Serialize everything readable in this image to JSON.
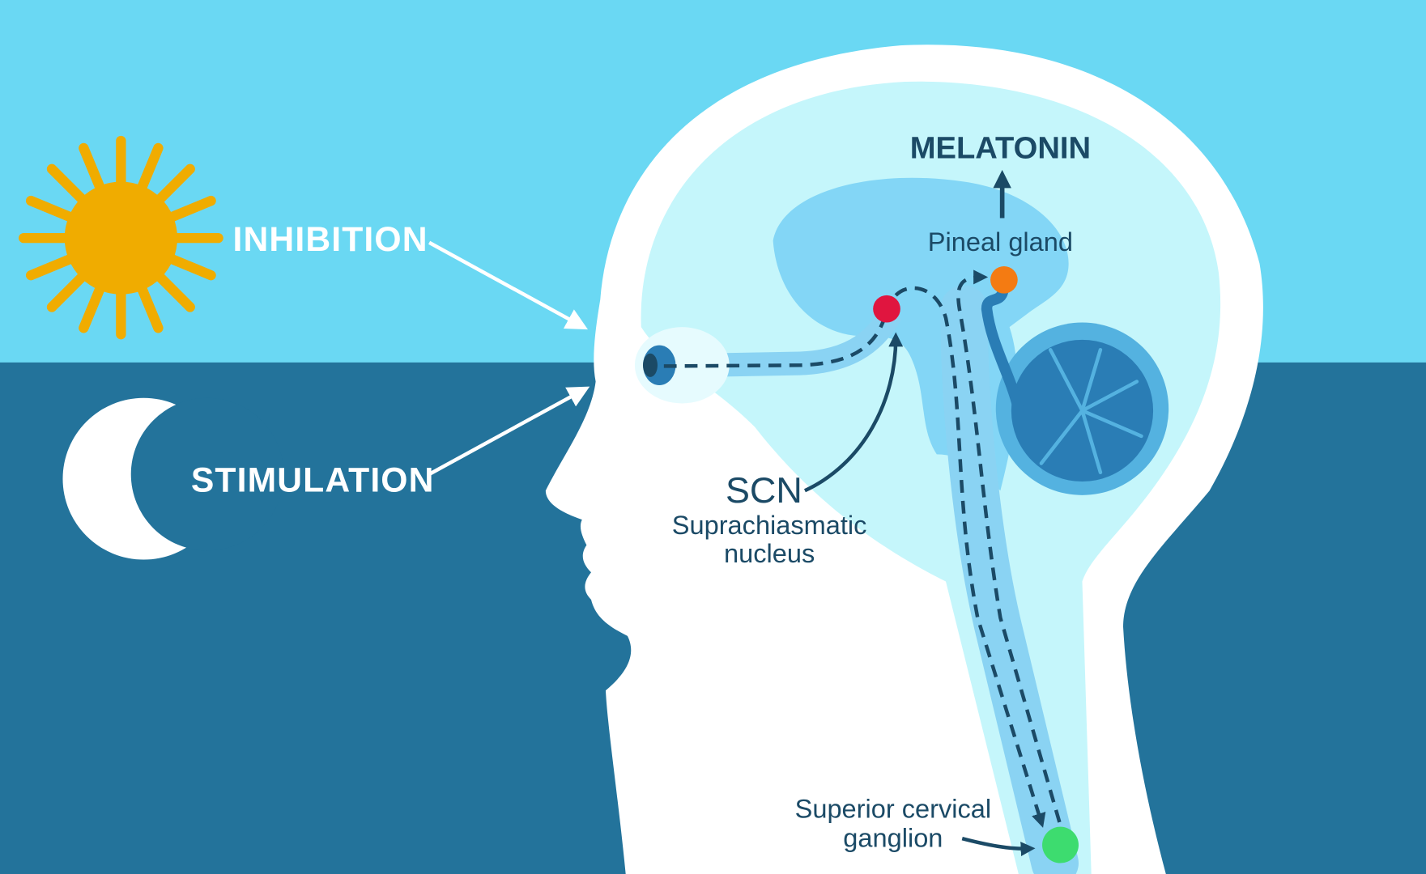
{
  "labels": {
    "inhibition": "INHIBITION",
    "stimulation": "STIMULATION",
    "melatonin": "MELATONIN",
    "pineal_gland": "Pineal gland",
    "scn": "SCN",
    "scn_full_line1": "Suprachiasmatic",
    "scn_full_line2": "nucleus",
    "scg_line1": "Superior cervical",
    "scg_line2": "ganglion"
  },
  "icons": {
    "day": "sun-icon",
    "night": "moon-icon"
  },
  "colors": {
    "sky_day": "#6ad8f3",
    "sky_night": "#23739b",
    "head": "#ffffff",
    "brain_bg": "#c5f6fb",
    "brain_region": "#83d6f6",
    "cerebellum": "#2a7db5",
    "sun": "#f0ac00",
    "scn_dot": "#e0153f",
    "pineal_dot": "#f47b12",
    "ganglion_dot": "#3ddc6f",
    "path_line": "#1b4a66"
  }
}
